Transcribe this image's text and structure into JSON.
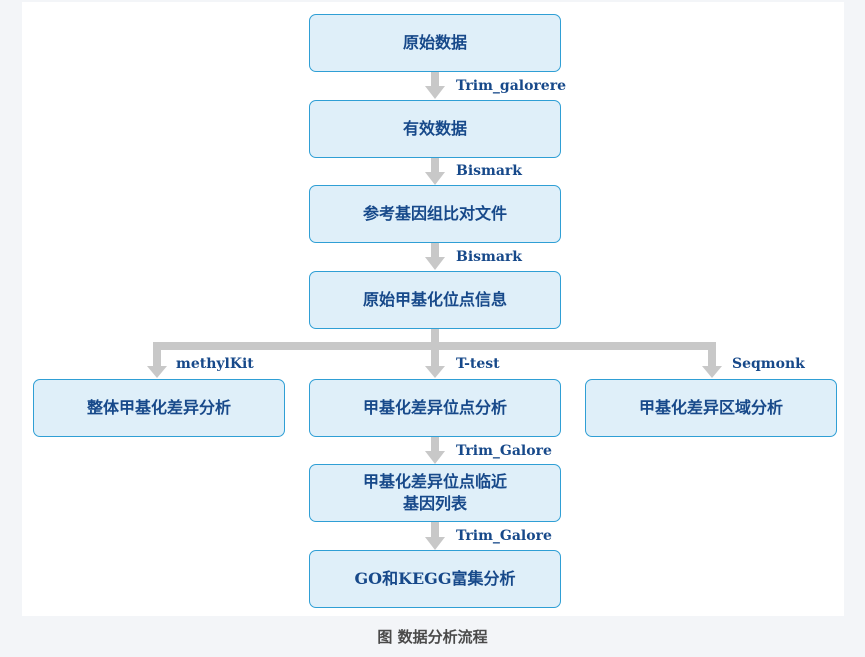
{
  "nodes": {
    "raw_data": "原始数据",
    "clean_data": "有效数据",
    "ref_alignment": "参考基因组比对文件",
    "raw_methylation_sites": "原始甲基化位点信息",
    "overall_methylation": "整体甲基化差异分析",
    "diff_methylation_sites": "甲基化差异位点分析",
    "diff_methylation_regions": "甲基化差异区域分析",
    "nearby_genes": "甲基化差异位点临近\n基因列表",
    "enrichment": "GO和KEGG富集分析"
  },
  "edges": {
    "trim_galorere": "Trim_galorere",
    "bismark_1": "Bismark",
    "bismark_2": "Bismark",
    "methylkit": "methylKit",
    "ttest": "T-test",
    "seqmonk": "Seqmonk",
    "trim_galore_1": "Trim_Galore",
    "trim_galore_2": "Trim_Galore"
  },
  "caption": "图 数据分析流程",
  "colors": {
    "node_fill": "#dfeff9",
    "node_border": "#2f9fd5",
    "text": "#17498a",
    "arrow": "#c8c8c8"
  }
}
